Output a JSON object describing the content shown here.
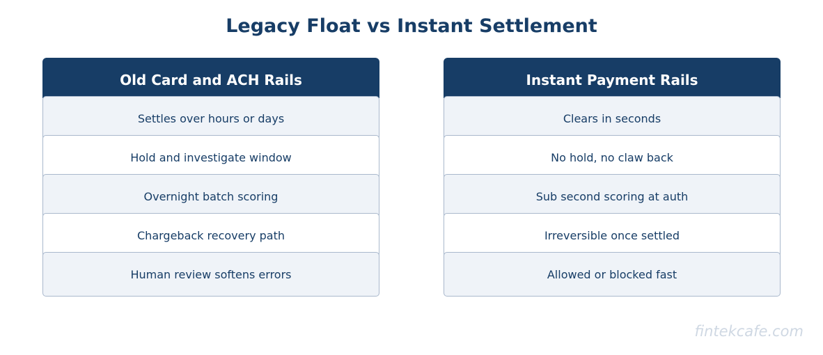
{
  "title": "Legacy Float vs Instant Settlement",
  "left_column": {
    "header": "Old Card and ACH Rails",
    "items": [
      "Settles over hours or days",
      "Hold and investigate window",
      "Overnight batch scoring",
      "Chargeback recovery path",
      "Human review softens errors"
    ]
  },
  "right_column": {
    "header": "Instant Payment Rails",
    "items": [
      "Clears in seconds",
      "No hold, no claw back",
      "Sub second scoring at auth",
      "Irreversible once settled",
      "Allowed or blocked fast"
    ]
  },
  "watermark": "fintekcafe.com",
  "colors": {
    "header_bg": "#173d66",
    "text": "#173d66",
    "row_shade": "#eff3f8",
    "row_border": "#a9b8cc",
    "watermark": "#cfd8e3"
  }
}
